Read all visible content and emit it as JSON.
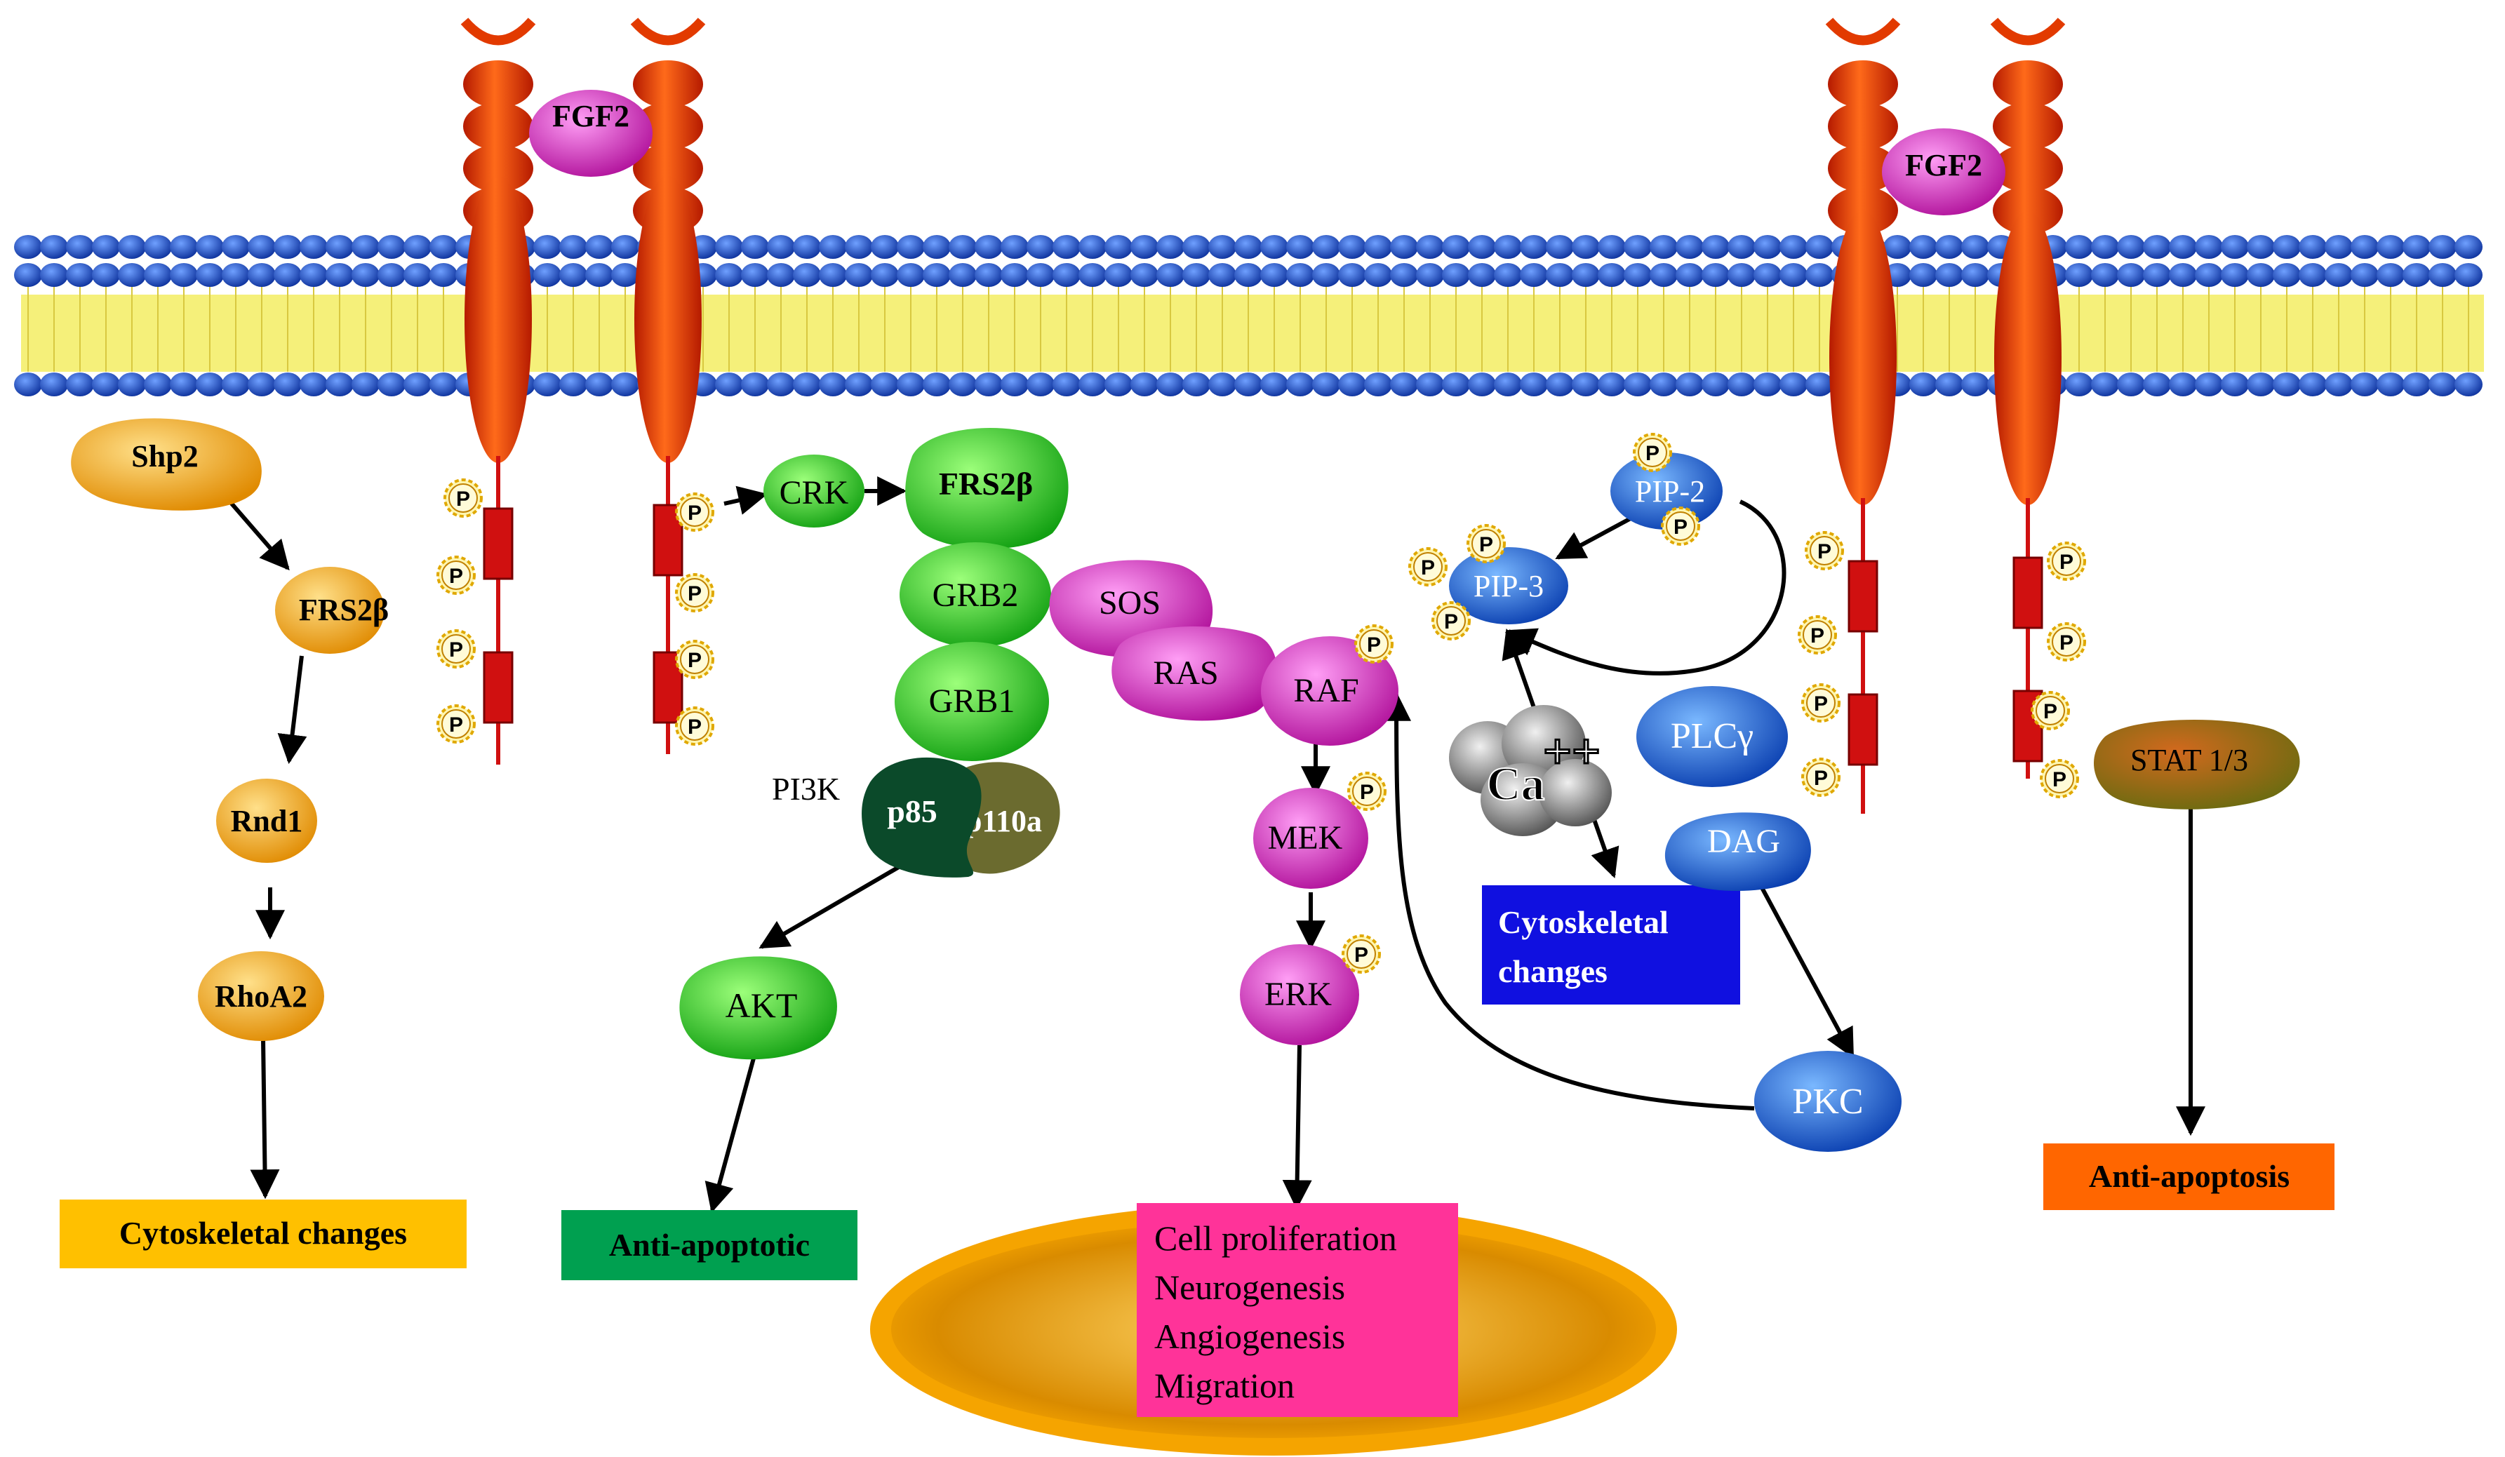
{
  "ligands": {
    "left": "FGF2",
    "right": "FGF2"
  },
  "phospho": "P",
  "left_branch": {
    "shp2": "Shp2",
    "frs2b": "FRS2β",
    "rnd1": "Rnd1",
    "rhoa2": "RhoA2",
    "outcome": "Cytoskeletal changes"
  },
  "pi3k_branch": {
    "crk": "CRK",
    "frs2b": "FRS2β",
    "grb2": "GRB2",
    "grb1": "GRB1",
    "pi3k": "PI3K",
    "p85": "p85",
    "p110a": "p110a",
    "akt": "AKT",
    "outcome": "Anti-apoptotic"
  },
  "mapk_branch": {
    "sos": "SOS",
    "ras": "RAS",
    "raf": "RAF",
    "mek": "MEK",
    "erk": "ERK"
  },
  "plc_branch": {
    "pip2": "PIP-2",
    "pip3": "PIP-3",
    "ca": "Ca",
    "ca_charge": "++",
    "plcg": "PLCγ",
    "dag": "DAG",
    "pkc": "PKC",
    "outcome": [
      "Cytoskeletal",
      "changes"
    ]
  },
  "stat_branch": {
    "stat": "STAT 1/3",
    "outcome": "Anti-apoptosis"
  },
  "nucleus": {
    "outcomes": [
      "Cell proliferation",
      "Neurogenesis",
      "Angiogenesis",
      "Migration"
    ]
  },
  "colors": {
    "membrane_head": "#1f4fd8",
    "membrane_tail": "#f5f07a",
    "receptor": "#e23a00",
    "orange_protein": "#f6a623",
    "green_protein": "#2ecc2e",
    "magenta_protein": "#e040c8",
    "blue_protein": "#1565e0",
    "nucleus": "#f5a400",
    "nucleus_box": "#ff3399",
    "left_outcome_box": "#ffc000",
    "akt_outcome_box": "#00a050",
    "cyto_box": "#1010e0",
    "stat_outcome_box": "#ff6600"
  }
}
